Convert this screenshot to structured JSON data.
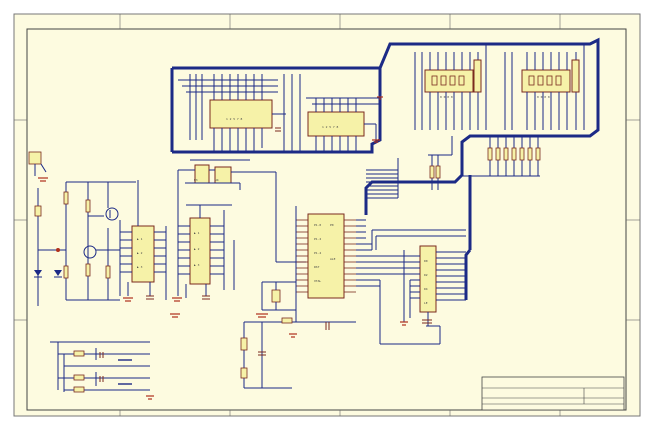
{
  "title_block": {
    "rows": [
      "",
      "",
      "",
      ""
    ]
  },
  "colors": {
    "paper": "#fdfbe0",
    "wire": "#1c2a86",
    "component_body": "#f6f2a8",
    "component_outline": "#7a2a1e",
    "ground": "#b0301c",
    "frame": "#555555"
  },
  "icons": [
    "ground-symbol",
    "transistor-symbol",
    "diode-symbol",
    "crystal-symbol",
    "resistor-symbol",
    "capacitor-symbol",
    "seven-segment-display"
  ]
}
